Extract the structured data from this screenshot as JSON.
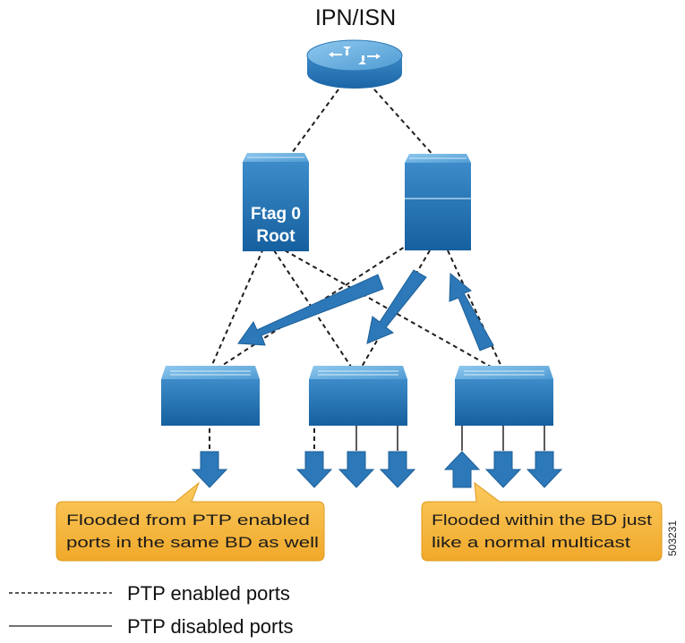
{
  "top_label": "IPN/ISN",
  "spine_left_label": {
    "line1": "Ftag 0",
    "line2": "Root"
  },
  "callout_left": {
    "line1": "Flooded from PTP enabled",
    "line2": "ports in the same BD as well"
  },
  "callout_right": {
    "line1": "Flooded within the BD just",
    "line2": "like a normal multicast"
  },
  "figure_id": "503231",
  "legend": {
    "dashed_label": "PTP enabled ports",
    "solid_label": "PTP disabled ports"
  },
  "colors": {
    "switch_top": "#5fa7d9",
    "switch_front": "#1f6fae",
    "arrow": "#2774b5",
    "callout": "#f6b73c",
    "line": "#222222"
  }
}
